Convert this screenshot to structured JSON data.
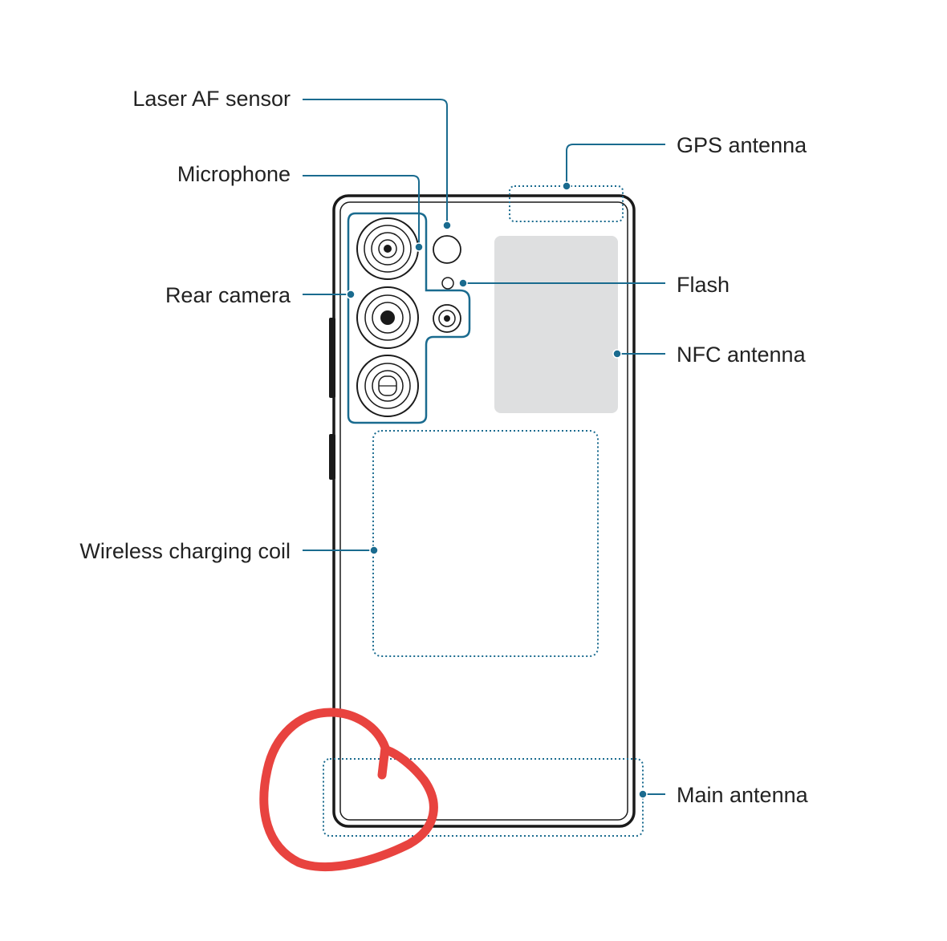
{
  "labels": {
    "laser_af_sensor": "Laser AF sensor",
    "microphone": "Microphone",
    "rear_camera": "Rear camera",
    "wireless_charging_coil": "Wireless charging coil",
    "gps_antenna": "GPS antenna",
    "flash": "Flash",
    "nfc_antenna": "NFC antenna",
    "main_antenna": "Main antenna"
  },
  "colors": {
    "callout": "#1a6b8f",
    "phone_outline": "#1a1a1a",
    "nfc_fill": "#dedfe0",
    "annotation": "#e8433f"
  }
}
